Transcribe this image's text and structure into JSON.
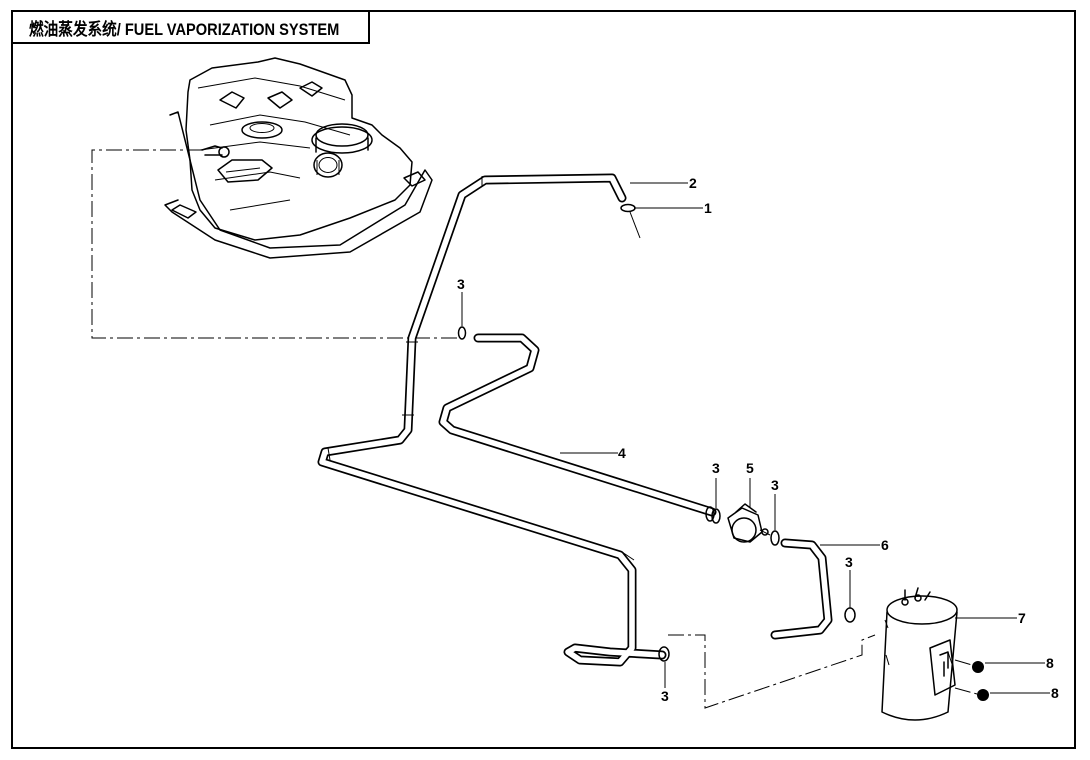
{
  "header": {
    "title": "燃油蒸发系统/ FUEL VAPORIZATION SYSTEM"
  },
  "diagram": {
    "parts": [
      {
        "number": "1",
        "component": "clamp"
      },
      {
        "number": "2",
        "component": "hose"
      },
      {
        "number": "3",
        "component": "clamp"
      },
      {
        "number": "4",
        "component": "hose"
      },
      {
        "number": "5",
        "component": "valve"
      },
      {
        "number": "6",
        "component": "hose"
      },
      {
        "number": "7",
        "component": "canister"
      },
      {
        "number": "8",
        "component": "grommet"
      }
    ],
    "callouts": {
      "c1": "1",
      "c2": "2",
      "c3a": "3",
      "c3b": "3",
      "c3c": "3",
      "c3d": "3",
      "c3e": "3",
      "c4": "4",
      "c5": "5",
      "c6": "6",
      "c7": "7",
      "c8a": "8",
      "c8b": "8"
    }
  }
}
